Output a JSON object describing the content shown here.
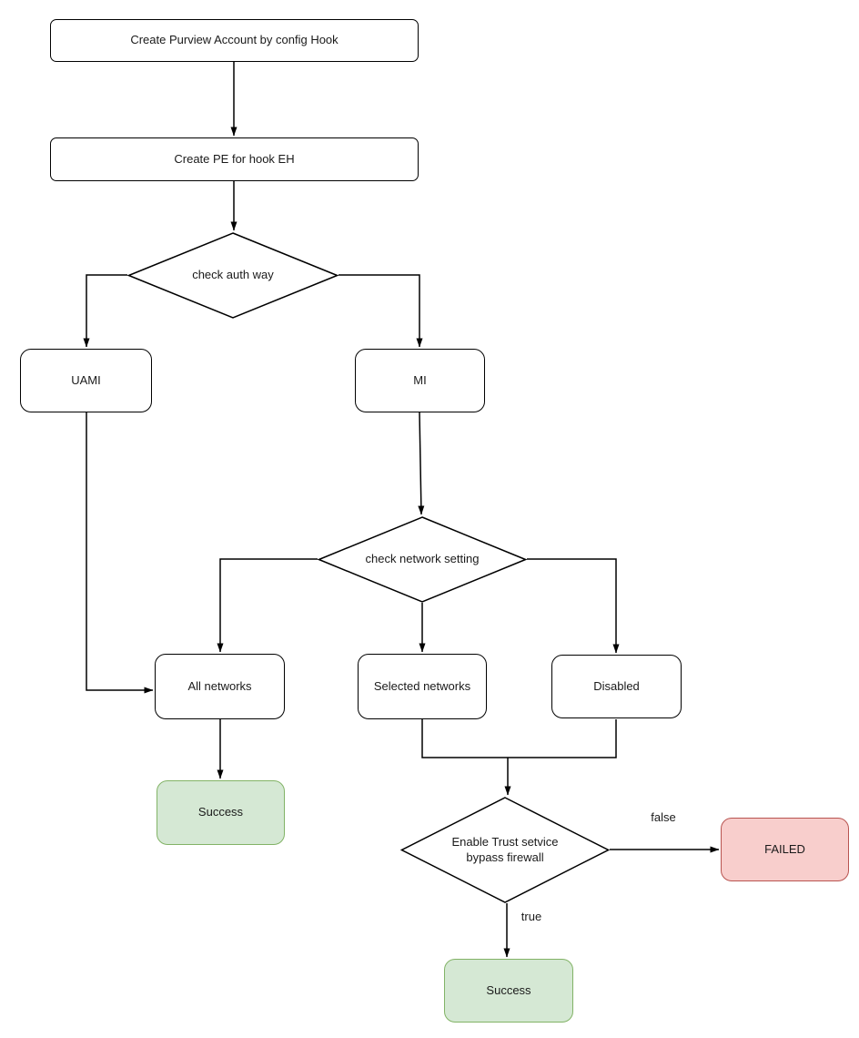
{
  "diagram": {
    "type": "flowchart",
    "nodes": {
      "create_account": {
        "label": "Create Purview Account by config Hook",
        "shape": "rounded-rect",
        "fill": "#ffffff",
        "border": "#000000"
      },
      "create_pe": {
        "label": "Create PE for hook EH",
        "shape": "rounded-rect",
        "fill": "#ffffff",
        "border": "#000000"
      },
      "check_auth": {
        "label": "check auth way",
        "shape": "diamond",
        "fill": "#ffffff",
        "border": "#000000"
      },
      "uami": {
        "label": "UAMI",
        "shape": "rounded-rect",
        "fill": "#ffffff",
        "border": "#000000"
      },
      "mi": {
        "label": "MI",
        "shape": "rounded-rect",
        "fill": "#ffffff",
        "border": "#000000"
      },
      "check_network": {
        "label": "check network setting",
        "shape": "diamond",
        "fill": "#ffffff",
        "border": "#000000"
      },
      "all_networks": {
        "label": "All networks",
        "shape": "rounded-rect",
        "fill": "#ffffff",
        "border": "#000000"
      },
      "selected_networks": {
        "label": "Selected networks",
        "shape": "rounded-rect",
        "fill": "#ffffff",
        "border": "#000000"
      },
      "disabled": {
        "label": "Disabled",
        "shape": "rounded-rect",
        "fill": "#ffffff",
        "border": "#000000"
      },
      "success_left": {
        "label": "Success",
        "shape": "rounded-rect",
        "status": "success",
        "fill": "#d5e8d4",
        "border": "#82b366"
      },
      "enable_trust": {
        "label": "Enable Trust setvice bypass firewall",
        "shape": "diamond",
        "fill": "#ffffff",
        "border": "#000000"
      },
      "failed": {
        "label": "FAILED",
        "shape": "rounded-rect",
        "status": "failure",
        "fill": "#f8cecc",
        "border": "#b85450"
      },
      "success_bottom": {
        "label": "Success",
        "shape": "rounded-rect",
        "status": "success",
        "fill": "#d5e8d4",
        "border": "#82b366"
      }
    },
    "edge_labels": {
      "false_label": "false",
      "true_label": "true"
    },
    "colors": {
      "line": "#000000",
      "node_fill": "#ffffff",
      "node_border": "#000000",
      "success_fill": "#d5e8d4",
      "success_border": "#82b366",
      "failure_fill": "#f8cecc",
      "failure_border": "#b85450",
      "text": "#1a1a1a"
    }
  }
}
